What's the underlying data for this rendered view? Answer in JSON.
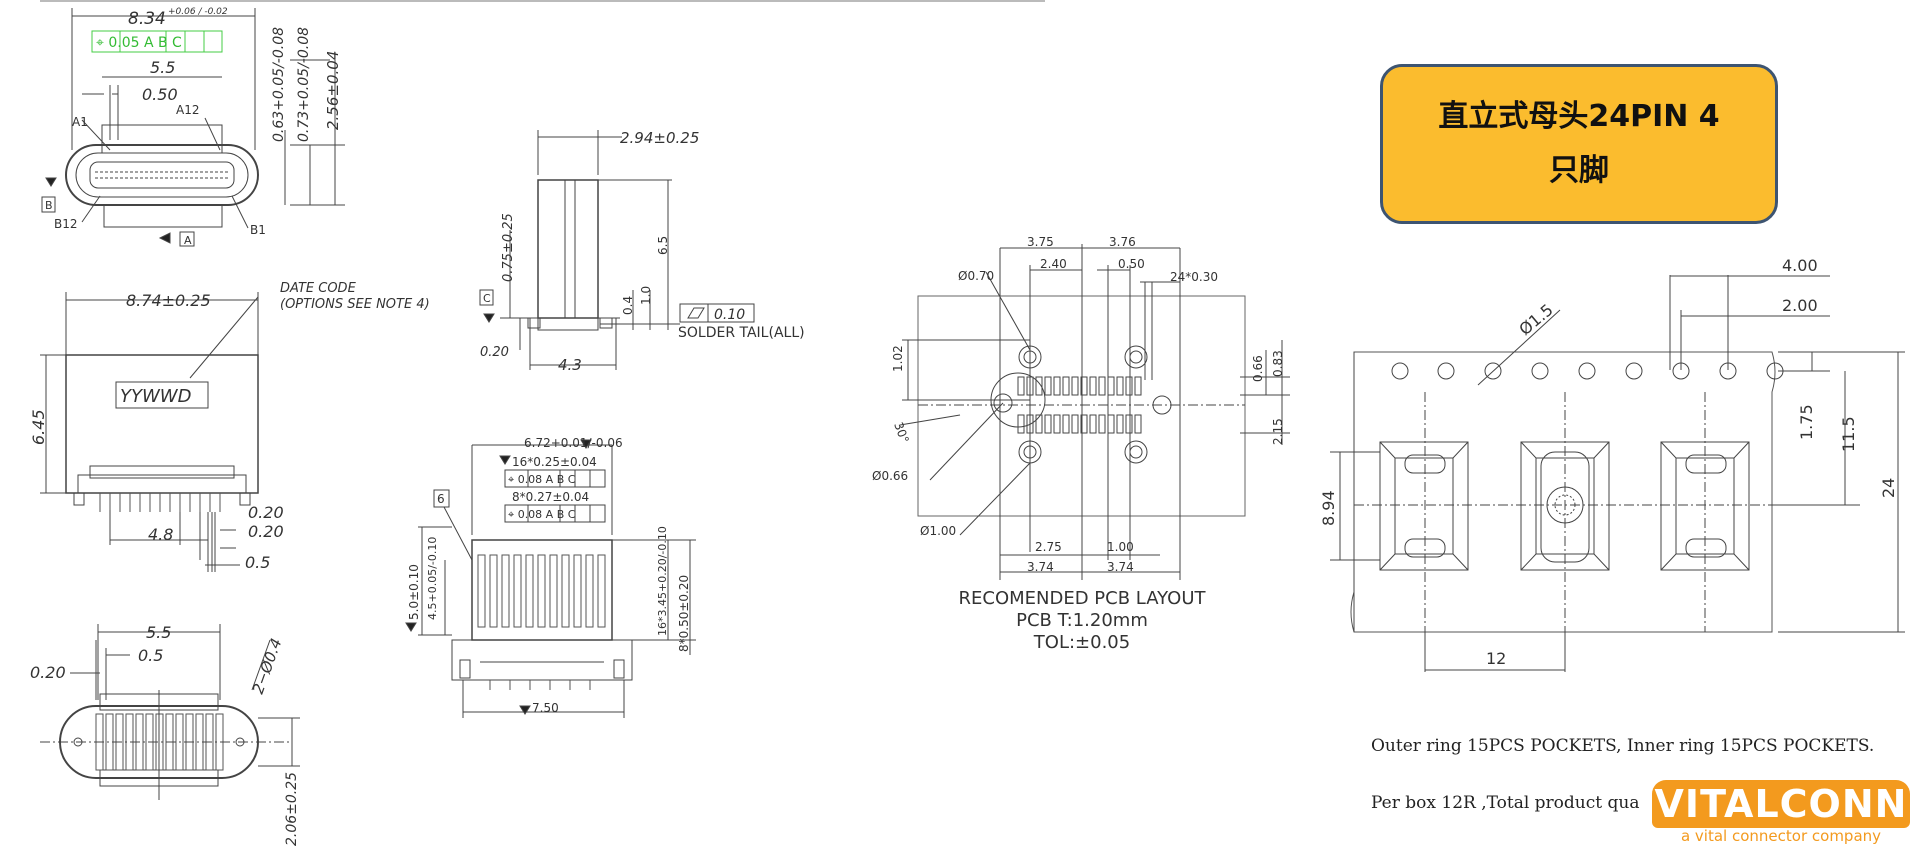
{
  "top_left": {
    "overall_width": "8.34",
    "overall_width_tol": "+0.06 / -0.02",
    "position_tol": "⌖ 0.05 A B C",
    "d_5_5": "5.5",
    "d_0_50": "0.50",
    "pin_a1": "A1",
    "pin_a12": "A12",
    "pin_b12": "B12",
    "pin_b1": "B1",
    "d_063": "0.63+0.05/-0.08",
    "d_073": "0.73+0.05/-0.08",
    "d_256": "2.56±0.04",
    "datum_a": "A",
    "datum_b": "B"
  },
  "mid_left": {
    "width": "8.74±0.25",
    "date_code": "DATE CODE",
    "date_code_note": "(OPTIONS SEE NOTE 4)",
    "marking": "YYWWD",
    "height": "6.45",
    "d_020a": "0.20",
    "d_020b": "0.20",
    "d_48": "4.8",
    "d_05": "0.5"
  },
  "bottom_left": {
    "d_55": "5.5",
    "d_020": "0.20",
    "d_05": "0.5",
    "hole": "2−Ø0.4",
    "d_206": "2.06±0.25"
  },
  "side_view": {
    "d_294": "2.94±0.25",
    "d_075": "0.75±0.25",
    "d_65": "6.5",
    "d_04": "0.4",
    "d_10": "1.0",
    "d_020": "0.20",
    "d_43": "4.3",
    "flatness": "0.10",
    "solder_tail": "SOLDER TAIL(ALL)",
    "datum_c": "C"
  },
  "bottom_view": {
    "d_672": "6.72+0.01/-0.06",
    "pitch16": "16*0.25±0.04",
    "pos1": "⌖ 0.08 A B C",
    "pitch8": "8*0.27±0.04",
    "pos2": "⌖ 0.08 A B C",
    "note": "6",
    "d_50": "5.0±0.10",
    "d_45": "4.5+0.05/-0.10",
    "d_16345": "16*3.45+0.20/-0.10",
    "d_8050": "8*0.50±0.20",
    "d_750": "7.50"
  },
  "pcb_layout": {
    "d_375": "3.75",
    "d_376": "3.76",
    "d_240": "2.40",
    "d_050": "0.50",
    "d_24030": "24*0.30",
    "hole_070": "Ø0.70",
    "d_102": "1.02",
    "d_066": "0.66",
    "d_083": "0.83",
    "angle": "30°",
    "hole_066": "Ø0.66",
    "d_215": "2.15",
    "hole_100": "Ø1.00",
    "d_275": "2.75",
    "d_100": "1.00",
    "d_374a": "3.74",
    "d_374b": "3.74",
    "title1": "RECOMENDED PCB LAYOUT",
    "title2": "PCB T:1.20mm",
    "title3": "TOL:±0.05"
  },
  "tape": {
    "d_400": "4.00",
    "d_200": "2.00",
    "d_15": "Ø1.5",
    "d_175": "1.75",
    "d_115": "11.5",
    "d_24": "24",
    "d_894": "8.94",
    "d_12": "12"
  },
  "product_title_line1": "直立式母头24PIN 4",
  "product_title_line2": "只脚",
  "note_line1": "Outer ring 15PCS POCKETS, Inner ring 15PCS POCKETS.",
  "note_line2": "Per box 12R ,Total product qua",
  "logo_text": "VITALCONN",
  "logo_tagline": "a vital connector company"
}
